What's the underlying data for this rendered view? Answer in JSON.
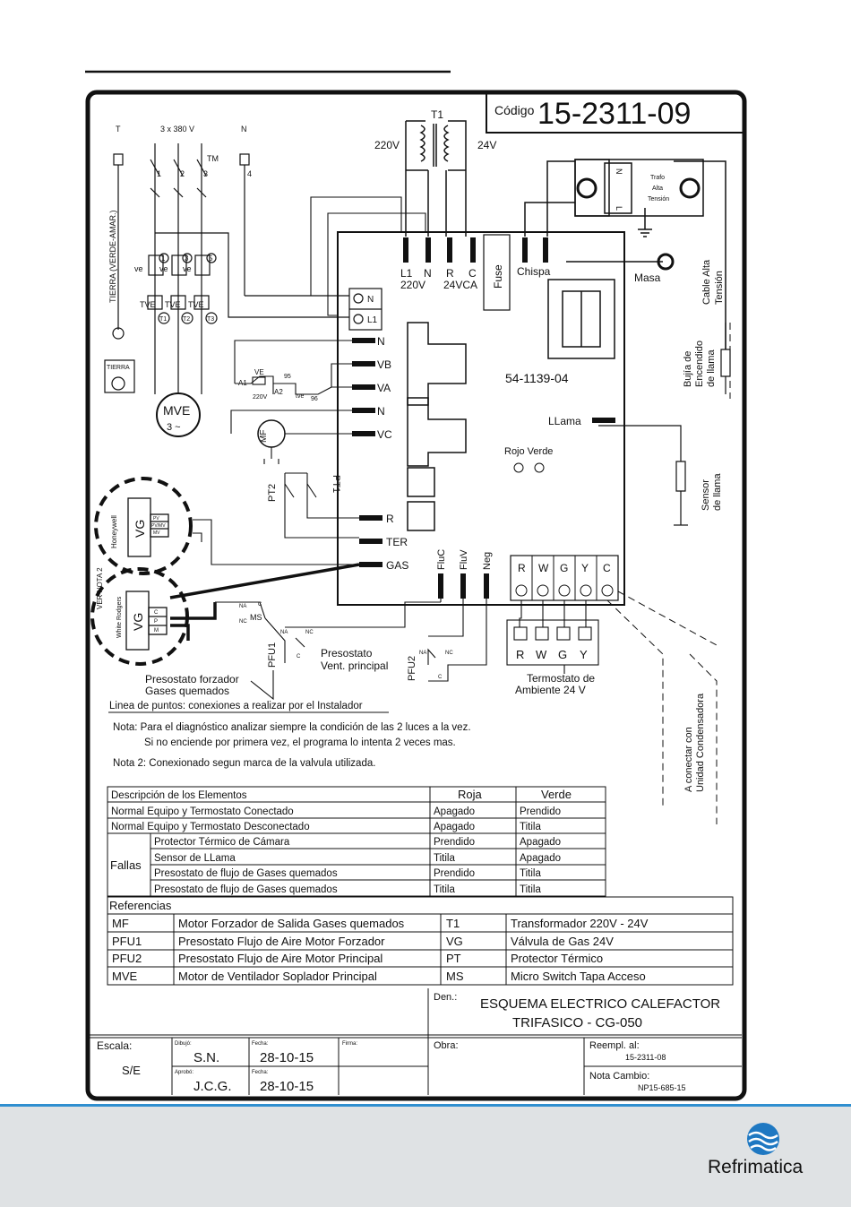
{
  "header": {
    "codigo_label": "Código",
    "codigo": "15-2311-09"
  },
  "power": {
    "t_label": "T",
    "supply_label": "3 x 380 V",
    "n_label": "N",
    "tm_label": "TM",
    "terminals": [
      "1",
      "2",
      "3",
      "4"
    ],
    "earth_label": "TIERRA (VERDE-AMAR.)",
    "earth_box_label": "TIERRA",
    "ve_label": "ve",
    "tve_label": "TVE",
    "contact_nums": [
      "1",
      "3",
      "5"
    ],
    "therm_nums": [
      "T1",
      "T2",
      "T3"
    ],
    "motor_label": "MVE",
    "motor_phase": "3 ~"
  },
  "transformer": {
    "label": "T1",
    "primary": "220V",
    "secondary": "24V"
  },
  "ignition": {
    "trafo_label": [
      "Trafo",
      "Alta",
      "Tensión"
    ],
    "n_mark": "N",
    "l_mark": "L"
  },
  "board": {
    "model": "54-1139-04",
    "top_terms": [
      {
        "name": "L1",
        "sub": "220V"
      },
      {
        "name": "N",
        "sub": ""
      },
      {
        "name": "R",
        "sub": "24VCA"
      },
      {
        "name": "C",
        "sub": ""
      }
    ],
    "fuse_label": "Fuse",
    "chispa_label": "Chispa",
    "masa_label": "Masa",
    "input_terms": [
      "N",
      "L1"
    ],
    "left_terms": [
      "N",
      "VB",
      "VA",
      "N",
      "VC",
      "R",
      "TER",
      "GAS"
    ],
    "llama_label": "LLama",
    "leds_label": "Rojo Verde",
    "bottom_terms": [
      "FluC",
      "FluV",
      "Neg"
    ],
    "tstat_terms": [
      "R",
      "W",
      "G",
      "Y",
      "C"
    ]
  },
  "components": {
    "ve_label": "VE",
    "a1": "A1",
    "a2": "A2",
    "ve_volt": "220V",
    "n95": "95",
    "n96": "96",
    "tve_small": "tve",
    "mf_label": "MF",
    "pt1": "PT1",
    "pt2": "PT2",
    "vg_label": "VG",
    "honeywell": "Honeywell",
    "hw_pins": [
      "PV",
      "PV/MV",
      "MV"
    ],
    "white_rodgers": "White Rodgers",
    "wr_pins": [
      "C",
      "P",
      "M"
    ],
    "ver_nota": "VER NOTA 2",
    "ms_label": "MS",
    "na": "NA",
    "nc": "NC",
    "c": "C",
    "pfu1": "PFU1",
    "pfu2": "PFU2",
    "presostato_vent": [
      "Presostato",
      "Vent. principal"
    ],
    "presostato_forz": [
      "Presostato forzador",
      "Gases quemados"
    ],
    "tstat_box_terms": [
      "R",
      "W",
      "G",
      "Y"
    ],
    "tstat_label": [
      "Termostato de",
      "Ambiente 24 V"
    ]
  },
  "right_side": {
    "cable": [
      "Cable Alta",
      "Tensión"
    ],
    "bujia": [
      "Bujía de",
      "Encendido",
      "de llama"
    ],
    "sensor": [
      "Sensor",
      "de llama"
    ],
    "condensadora": [
      "A conectar con",
      "Unidad Condensadora"
    ]
  },
  "notes": [
    "Linea de puntos: conexiones a realizar por el Instalador",
    "Nota: Para el diagnóstico analizar siempre la condición de las 2 luces a la vez.",
    "Si no enciende por primera vez, el programa lo intenta 2 veces mas.",
    "Nota 2: Conexionado segun marca de la valvula utilizada."
  ],
  "status_table": {
    "headers": [
      "Descripción de los Elementos",
      "Roja",
      "Verde"
    ],
    "rows": [
      [
        "Normal Equipo y Termostato Conectado",
        "Apagado",
        "Prendido"
      ],
      [
        "Normal Equipo y Termostato Desconectado",
        "Apagado",
        "Titila"
      ]
    ],
    "fallas_label": "Fallas",
    "fallas": [
      [
        "Protector Térmico de Cámara",
        "Prendido",
        "Apagado"
      ],
      [
        "Sensor de LLama",
        "Titila",
        "Apagado"
      ],
      [
        "Presostato de flujo de Gases quemados",
        "Prendido",
        "Titila"
      ],
      [
        "Presostato de flujo de Gases quemados",
        "Titila",
        "Titila"
      ]
    ]
  },
  "references": {
    "title": "Referencias",
    "rows": [
      [
        "MF",
        "Motor  Forzador de Salida Gases quemados",
        "T1",
        "Transformador  220V - 24V"
      ],
      [
        "PFU1",
        "Presostato Flujo de Aire  Motor Forzador",
        "VG",
        "Válvula de Gas 24V"
      ],
      [
        "PFU2",
        "Presostato Flujo de Aire  Motor Principal",
        "PT",
        "Protector Térmico"
      ],
      [
        "MVE",
        "Motor de Ventilador Soplador Principal",
        "MS",
        "Micro Switch Tapa Acceso"
      ]
    ]
  },
  "title_block": {
    "den_label": "Den.:",
    "den_line1": "ESQUEMA ELECTRICO CALEFACTOR",
    "den_line2": "TRIFASICO -  CG-050",
    "escala_label": "Escala:",
    "escala": "S/E",
    "dibujo_label": "Dibujó:",
    "dibujo": "S.N.",
    "aprobo_label": "Aprobó:",
    "aprobo": "J.C.G.",
    "fecha_label": "Fecha:",
    "fecha1": "28-10-15",
    "fecha2": "28-10-15",
    "firma_label": "Firma:",
    "obra_label": "Obra:",
    "reempl_label": "Reempl. al:",
    "reempl": "15-2311-08",
    "nota_cambio_label": "Nota Cambio:",
    "nota_cambio": "NP15-685-15"
  },
  "footer": {
    "brand": "Refrimatica"
  }
}
